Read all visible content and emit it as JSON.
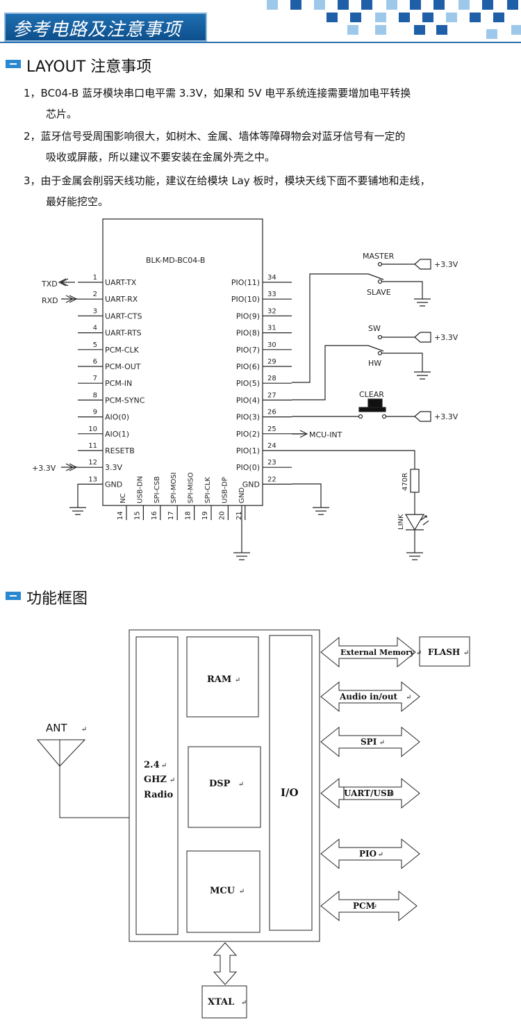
{
  "banner": {
    "title": "参考电路及注意事项"
  },
  "layout_section": {
    "heading": "LAYOUT 注意事项",
    "notes": [
      {
        "line1": "1，BC04-B 蓝牙模块串口电平需 3.3V，如果和 5V 电平系统连接需要增加电平转换",
        "line2": "芯片。"
      },
      {
        "line1": "2，蓝牙信号受周围影响很大，如树木、金属、墙体等障碍物会对蓝牙信号有一定的",
        "line2": "吸收或屏蔽，所以建议不要安装在金属外壳之中。"
      },
      {
        "line1": "3，由于金属会削弱天线功能，建议在给模块 Lay 板时，模块天线下面不要铺地和走线，",
        "line2": "最好能挖空。"
      }
    ]
  },
  "schematic": {
    "chip_name": "BLK-MD-BC04-B",
    "left_pins": [
      {
        "num": "1",
        "name": "UART-TX"
      },
      {
        "num": "2",
        "name": "UART-RX"
      },
      {
        "num": "3",
        "name": "UART-CTS"
      },
      {
        "num": "4",
        "name": "UART-RTS"
      },
      {
        "num": "5",
        "name": "PCM-CLK"
      },
      {
        "num": "6",
        "name": "PCM-OUT"
      },
      {
        "num": "7",
        "name": "PCM-IN"
      },
      {
        "num": "8",
        "name": "PCM-SYNC"
      },
      {
        "num": "9",
        "name": "AIO(0)"
      },
      {
        "num": "10",
        "name": "AIO(1)"
      },
      {
        "num": "11",
        "name": "RESETB"
      },
      {
        "num": "12",
        "name": "3.3V"
      },
      {
        "num": "13",
        "name": "GND"
      }
    ],
    "right_pins": [
      {
        "num": "34",
        "name": "PIO(11)"
      },
      {
        "num": "33",
        "name": "PIO(10)"
      },
      {
        "num": "32",
        "name": "PIO(9)"
      },
      {
        "num": "31",
        "name": "PIO(8)"
      },
      {
        "num": "30",
        "name": "PIO(7)"
      },
      {
        "num": "29",
        "name": "PIO(6)"
      },
      {
        "num": "28",
        "name": "PIO(5)"
      },
      {
        "num": "27",
        "name": "PIO(4)"
      },
      {
        "num": "26",
        "name": "PIO(3)"
      },
      {
        "num": "25",
        "name": "PIO(2)"
      },
      {
        "num": "24",
        "name": "PIO(1)"
      },
      {
        "num": "23",
        "name": "PIO(0)"
      },
      {
        "num": "22",
        "name": "GND"
      }
    ],
    "bottom_pins": [
      {
        "num": "14",
        "name": "NC"
      },
      {
        "num": "15",
        "name": "USB-DN"
      },
      {
        "num": "16",
        "name": "SPI-CSB"
      },
      {
        "num": "17",
        "name": "SPI-MOSI"
      },
      {
        "num": "18",
        "name": "SPI-MISO"
      },
      {
        "num": "19",
        "name": "SPI-CLK"
      },
      {
        "num": "20",
        "name": "USB-DP"
      },
      {
        "num": "21",
        "name": "GND"
      }
    ],
    "labels": {
      "txd": "TXD",
      "rxd": "RXD",
      "vcc_left": "+3.3V",
      "master": "MASTER",
      "slave": "SLAVE",
      "sw": "SW",
      "hw": "HW",
      "clear": "CLEAR",
      "mcu_int": "MCU-INT",
      "resistor": "470R",
      "led": "LINK",
      "vcc": "+3.3V"
    }
  },
  "block_section": {
    "heading": "功能框图",
    "ant": "ANT",
    "radio": [
      "2.4",
      "GHZ",
      "Radio"
    ],
    "ram": "RAM",
    "dsp": "DSP",
    "mcu": "MCU",
    "io": "I/O",
    "buses": [
      "External Memory",
      "Audio in/out",
      "SPI",
      "UART/USB",
      "PIO",
      "PCM"
    ],
    "flash": "FLASH",
    "xtal": "XTAL",
    "para_mark": "↵"
  },
  "colors": {
    "banner_blue": "#1a62a6",
    "accent_blue": "#2a88d0",
    "square_dark": "#1f5fa8",
    "square_light": "#9ec8ea"
  }
}
